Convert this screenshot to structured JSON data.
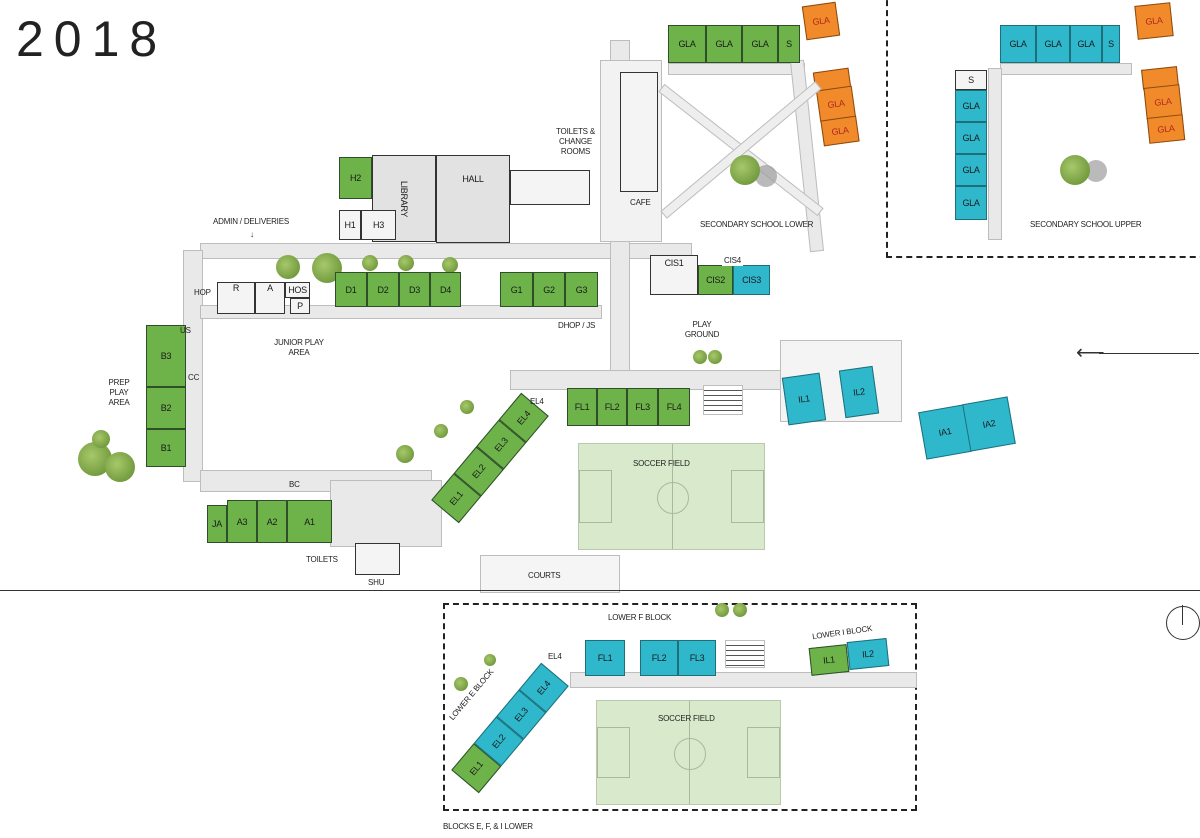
{
  "title": "2018",
  "colors": {
    "existing": "#6db34a",
    "new": "#2fb8cc",
    "gla": "#f08a2a",
    "field": "#d8eacb"
  },
  "areas": {
    "admin": "ADMIN / DELIVERIES",
    "toilets_change": "TOILETS & CHANGE ROOMS",
    "cafe": "CAFE",
    "secondary_lower": "SECONDARY SCHOOL LOWER",
    "secondary_upper": "SECONDARY SCHOOL UPPER",
    "hop": "HOP",
    "junior_play": "JUNIOR PLAY AREA",
    "prep_play": "PREP PLAY AREA",
    "dhop": "DHOP / JS",
    "playground": "PLAY GROUND",
    "soccer": "SOCCER FIELD",
    "toilets": "TOILETS",
    "shu": "SHU",
    "courts": "COURTS",
    "bc": "BC",
    "cc": "CC",
    "us": "US",
    "library": "LIBRARY",
    "hall": "HALL",
    "lower_f": "LOWER F BLOCK",
    "lower_i": "LOWER I BLOCK",
    "lower_e": "LOWER E BLOCK",
    "inset_soccer": "SOCCER FIELD",
    "inset_caption": "BLOCKS E, F, & I LOWER"
  },
  "rooms": {
    "gla": "GLA",
    "s": "S",
    "h1": "H1",
    "h2": "H2",
    "h3": "H3",
    "r": "R",
    "a": "A",
    "hos": "HOS",
    "p": "P",
    "d": [
      "D1",
      "D2",
      "D3",
      "D4"
    ],
    "g": [
      "G1",
      "G2",
      "G3"
    ],
    "cis": [
      "CIS1",
      "CIS2",
      "CIS3",
      "CIS4"
    ],
    "b": [
      "B1",
      "B2",
      "B3"
    ],
    "a_block": [
      "JA",
      "A3",
      "A2",
      "A1"
    ],
    "el": [
      "EL1",
      "EL2",
      "EL3",
      "EL4"
    ],
    "fl": [
      "FL1",
      "FL2",
      "FL3",
      "FL4"
    ],
    "il": [
      "IL1",
      "IL2"
    ],
    "ia": [
      "IA1",
      "IA2"
    ]
  },
  "arrow_icon": "arrow-left-icon",
  "north_icon": "north-arrow-icon"
}
